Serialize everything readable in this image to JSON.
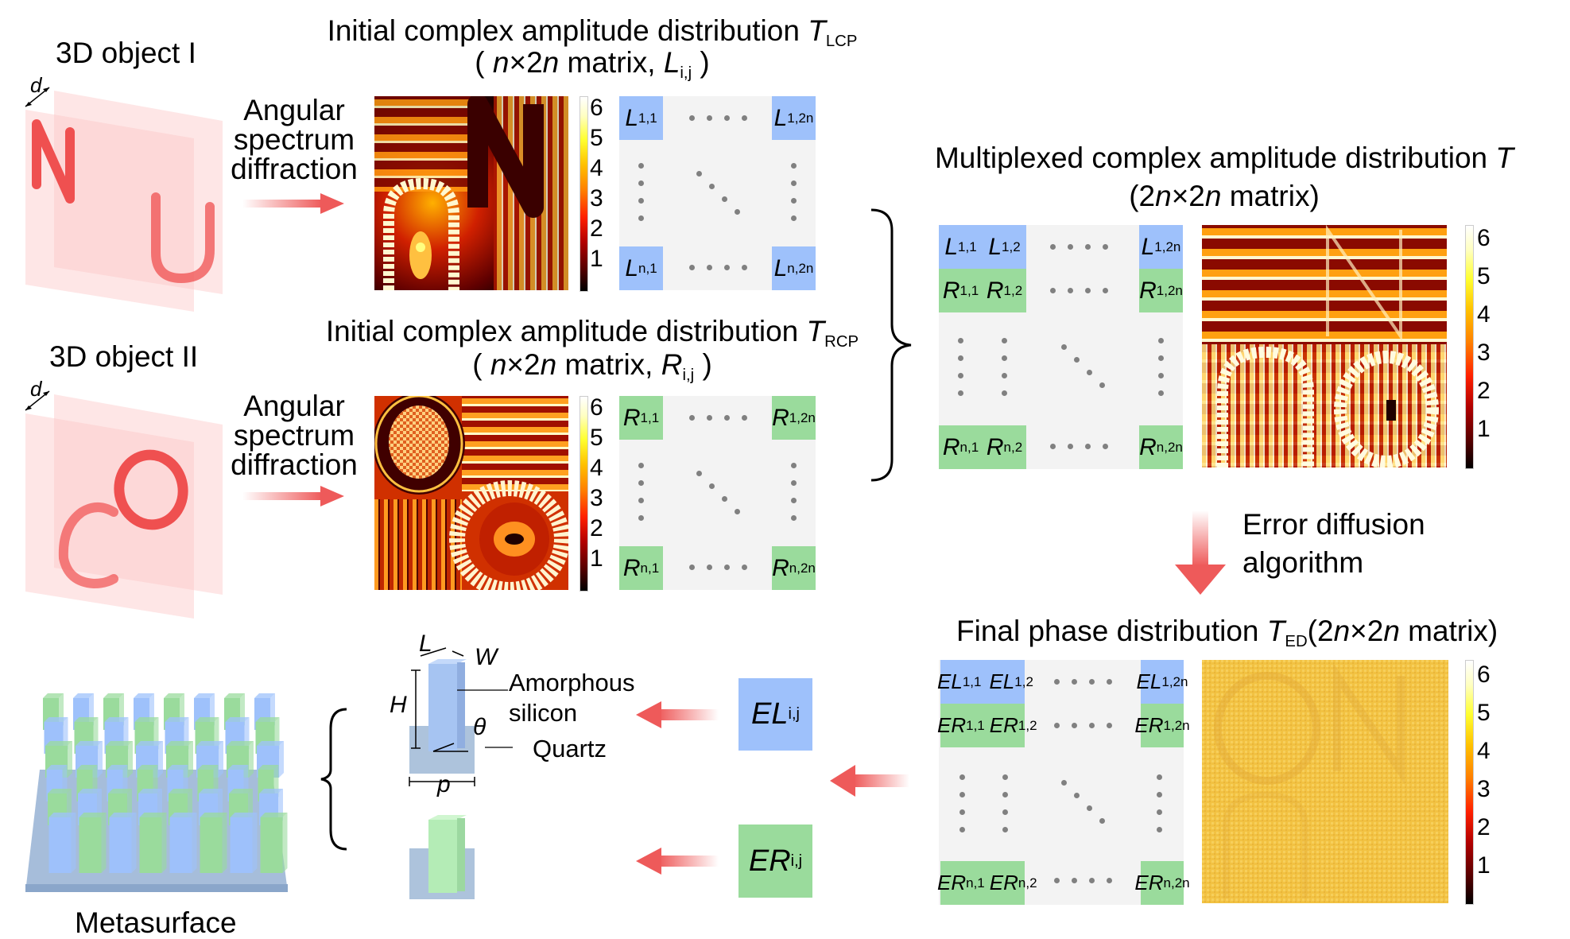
{
  "objects": {
    "object1": {
      "label": "3D object I",
      "distance_label": "d",
      "letters": [
        "N",
        "U"
      ]
    },
    "object2": {
      "label": "3D object II",
      "distance_label": "d",
      "letters": [
        "C",
        "O"
      ]
    }
  },
  "process_labels": {
    "angular_spectrum_1": [
      "Angular",
      "spectrum",
      "diffraction"
    ],
    "angular_spectrum_2": [
      "Angular",
      "spectrum",
      "diffraction"
    ],
    "error_diffusion": [
      "Error diffusion",
      "algorithm"
    ]
  },
  "lcp": {
    "title_line1": "Initial complex amplitude distribution ",
    "symbol": "T",
    "symbol_sub": "LCP",
    "title_line2_open": "( ",
    "n": "n",
    "times2": "×2",
    "n2": "n",
    "matrix_word": " matrix, ",
    "elem": "L",
    "elem_sub": "i,j",
    "close": " )",
    "colorbar_ticks": [
      "6",
      "5",
      "4",
      "3",
      "2",
      "1"
    ],
    "matrix": {
      "letter": "L",
      "tl": "1,1",
      "tr": "1,2n",
      "bl": "n,1",
      "br": "n,2n",
      "color": "#9ec1fb"
    }
  },
  "rcp": {
    "title_line1": "Initial complex amplitude distribution ",
    "symbol": "T",
    "symbol_sub": "RCP",
    "title_line2_open": "( ",
    "n": "n",
    "times2": "×2",
    "n2": "n",
    "matrix_word": " matrix, ",
    "elem": "R",
    "elem_sub": "i,j",
    "close": " )",
    "colorbar_ticks": [
      "6",
      "5",
      "4",
      "3",
      "2",
      "1"
    ],
    "matrix": {
      "letter": "R",
      "tl": "1,1",
      "tr": "1,2n",
      "bl": "n,1",
      "br": "n,2n",
      "color": "#9adb9c"
    }
  },
  "multiplexed": {
    "title_line1": "Multiplexed complex amplitude distribution ",
    "symbol": "T",
    "title_line2_open": "(2",
    "n": "n",
    "times2": "×2",
    "n2": "n",
    "matrix_word": " matrix)",
    "colorbar_ticks": [
      "6",
      "5",
      "4",
      "3",
      "2",
      "1"
    ],
    "cells": {
      "row1": [
        {
          "l": "L",
          "s": "1,1"
        },
        {
          "l": "L",
          "s": "1,2"
        },
        {
          "l": "L",
          "s": "1,2n"
        }
      ],
      "row2": [
        {
          "l": "R",
          "s": "1,1"
        },
        {
          "l": "R",
          "s": "1,2"
        },
        {
          "l": "R",
          "s": "1,2n"
        }
      ],
      "rowN": [
        {
          "l": "R",
          "s": "n,1"
        },
        {
          "l": "R",
          "s": "n,2"
        },
        {
          "l": "R",
          "s": "n,2n"
        }
      ]
    }
  },
  "final": {
    "title_line1": "Final phase distribution ",
    "symbol": "T",
    "symbol_sub": "ED",
    "title_rest_open": "(2",
    "n": "n",
    "times2": "×2",
    "n2": "n",
    "matrix_word": " matrix)",
    "colorbar_ticks": [
      "6",
      "5",
      "4",
      "3",
      "2",
      "1"
    ],
    "cells": {
      "row1": [
        {
          "l": "EL",
          "s": "1,1"
        },
        {
          "l": "EL",
          "s": "1,2"
        },
        {
          "l": "EL",
          "s": "1,2n"
        }
      ],
      "row2": [
        {
          "l": "ER",
          "s": "1,1"
        },
        {
          "l": "ER",
          "s": "1,2"
        },
        {
          "l": "ER",
          "s": "1,2n"
        }
      ],
      "rowN": [
        {
          "l": "ER",
          "s": "n,1"
        },
        {
          "l": "ER",
          "s": "n,2"
        },
        {
          "l": "ER",
          "s": "n,2n"
        }
      ]
    }
  },
  "elements": {
    "el": {
      "letter": "EL",
      "sub": "i,j"
    },
    "er": {
      "letter": "ER",
      "sub": "i,j"
    }
  },
  "unit_cell": {
    "L": "L",
    "W": "W",
    "H": "H",
    "theta": "θ",
    "p": "p",
    "material1": [
      "Amorphous",
      "silicon"
    ],
    "material2": "Quartz"
  },
  "metasurface": {
    "label": "Metasurface"
  },
  "colors": {
    "lcp_blue": "#9ec1fb",
    "rcp_green": "#9adb9c",
    "arrow_red": "#ee5a5a",
    "letter_red": "#ef5050",
    "matrix_bg": "#f3f3f3"
  }
}
